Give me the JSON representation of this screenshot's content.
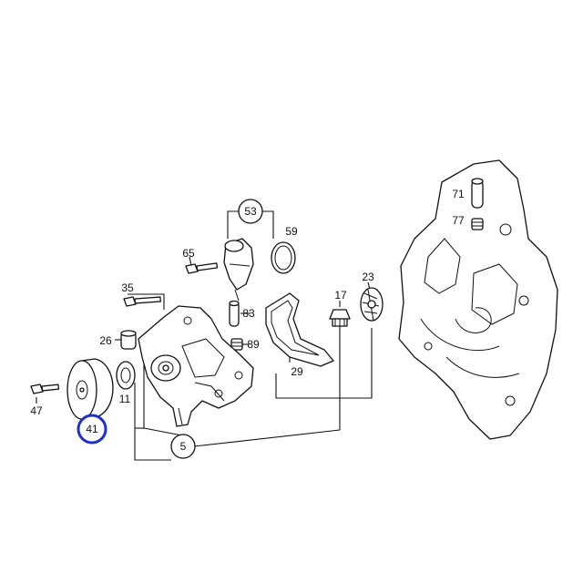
{
  "callouts": {
    "c5": "5",
    "c11": "11",
    "c17": "17",
    "c23": "23",
    "c26": "26",
    "c29": "29",
    "c35": "35",
    "c41": "41",
    "c47": "47",
    "c53": "53",
    "c59": "59",
    "c65": "65",
    "c71": "71",
    "c77": "77",
    "c83": "83",
    "c89": "89"
  },
  "colors": {
    "ink": "#111111",
    "highlight": "#1f2fd0",
    "background": "#ffffff"
  },
  "selected_part": "41"
}
